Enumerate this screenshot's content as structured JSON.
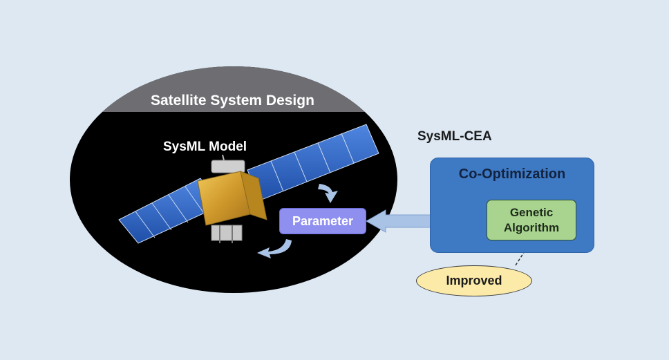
{
  "diagram": {
    "satellite_design_title": "Satellite System Design",
    "sysml_model_label": "SysML Model",
    "parameter_label": "Parameter",
    "sysml_cea_label": "SysML-CEA",
    "co_optimization_label": "Co-Optimization",
    "genetic_algorithm_line1": "Genetic",
    "genetic_algorithm_line2": "Algorithm",
    "improved_label": "Improved"
  },
  "colors": {
    "background": "#dde8f3",
    "ellipse_fill": "#000000",
    "ellipse_cap": "#6e6e72",
    "parameter_fill": "#8f8ff0",
    "co_optimization_fill": "#3e79c4",
    "genetic_algorithm_fill": "#a8d48f",
    "improved_fill": "#fbeaa8",
    "arrow_fill": "#a9c3e6",
    "solar_panel": "#2f5fb8",
    "satellite_body": "#d8a838"
  }
}
